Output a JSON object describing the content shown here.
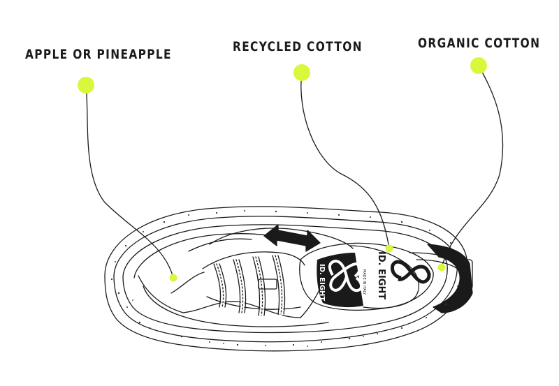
{
  "labels": {
    "apple": "APPLE OR PINEAPPLE",
    "recycled": "RECYCLED COTTON",
    "organic": "ORGANIC COTTON"
  },
  "shoe": {
    "brand": "ID. EIGHT",
    "made_in": "MADE IN ITALY"
  },
  "colors": {
    "marker": "#d9f83c",
    "ink": "#1a1a1a",
    "sole_speckle": "#333333"
  }
}
